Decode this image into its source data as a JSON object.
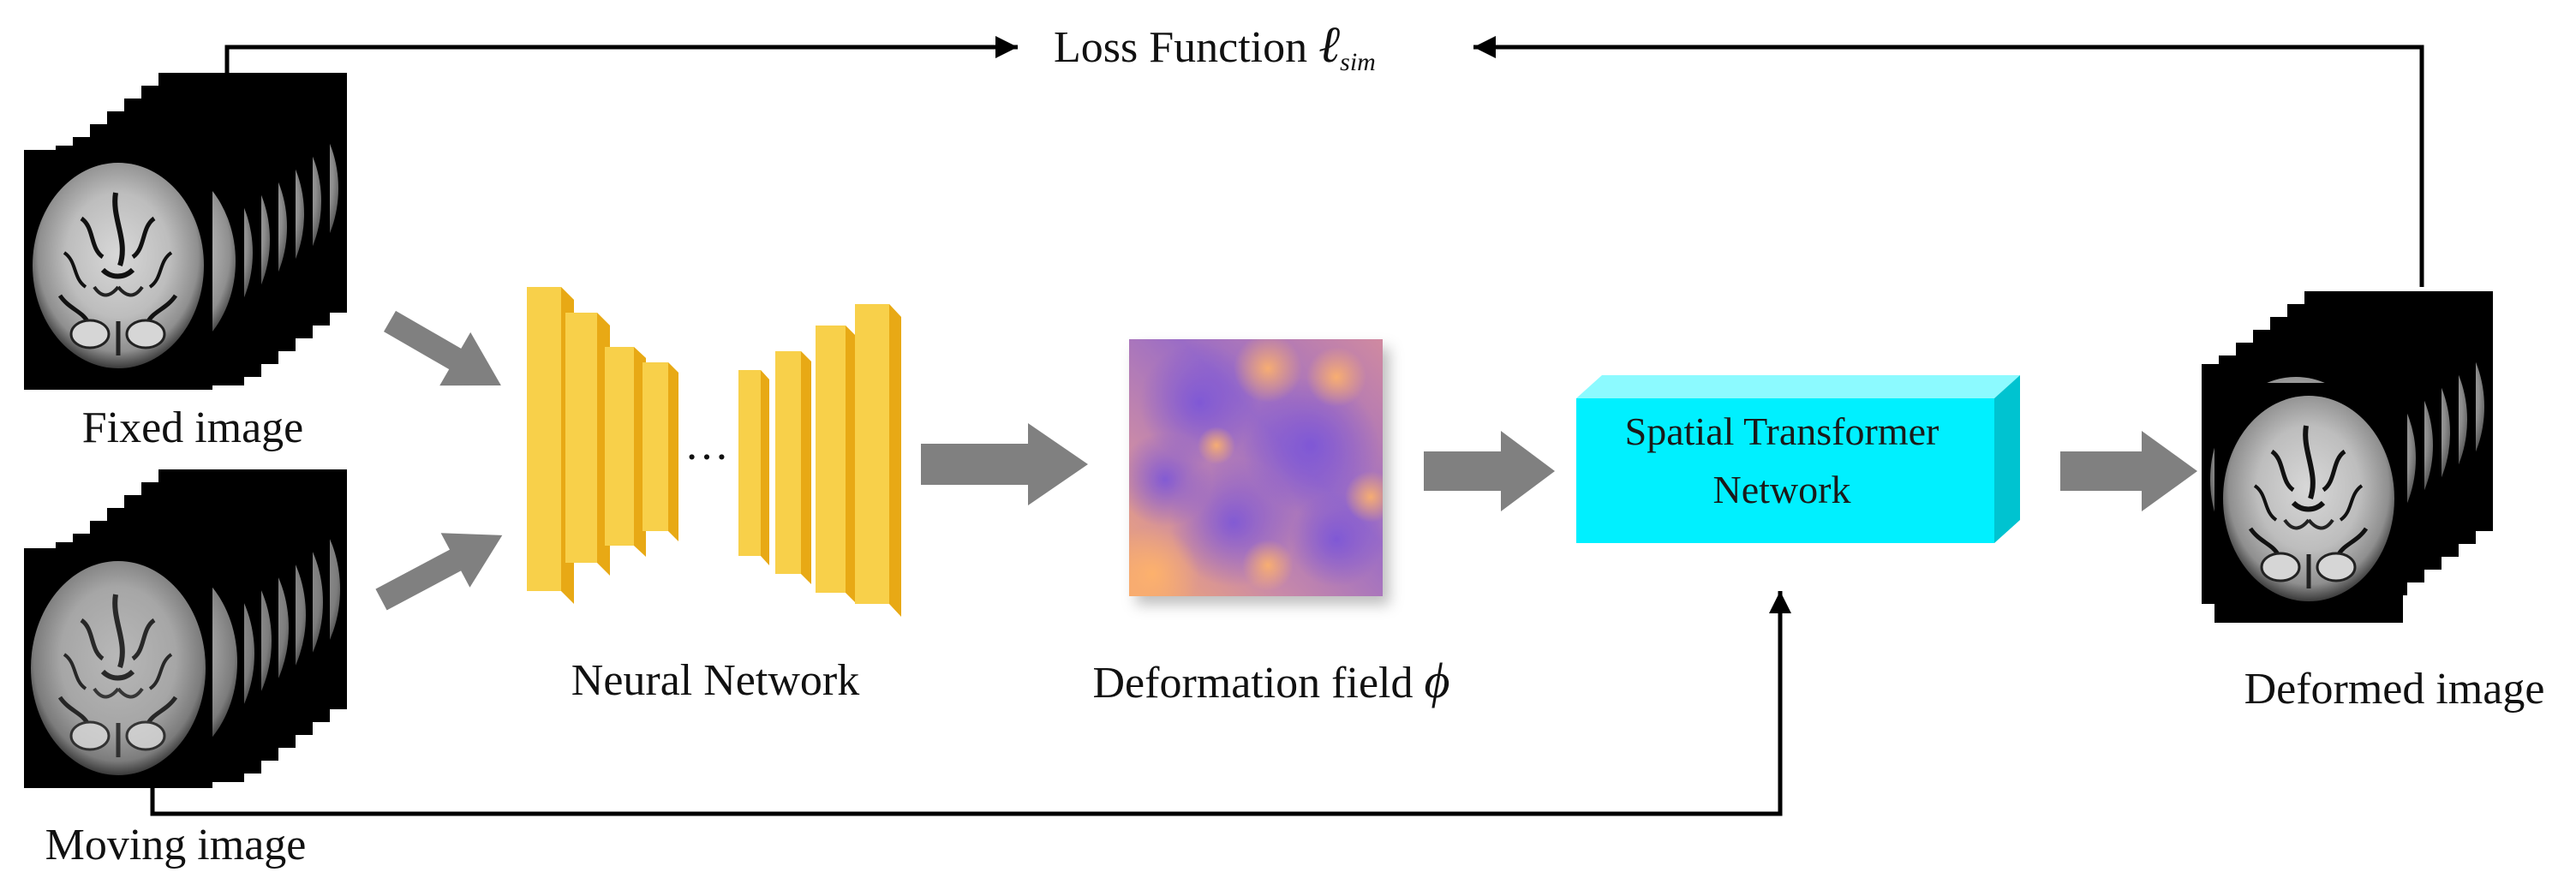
{
  "labels": {
    "loss_function": "Loss Function",
    "loss_symbol": "ℓ",
    "loss_subscript": "sim",
    "fixed_image": "Fixed image",
    "moving_image": "Moving image",
    "neural_network": "Neural Network",
    "ellipsis": "…",
    "deformation_field": "Deformation field",
    "deformation_symbol": "ϕ",
    "stn_line1": "Spatial Transformer",
    "stn_line2": "Network",
    "deformed_image": "Deformed image"
  },
  "colors": {
    "arrow_gray": "#808080",
    "line_black": "#000000",
    "unet_yellow": "#f8d04a",
    "unet_light": "#ffeea0",
    "unet_dark": "#e8a915",
    "stn_cyan": "#00f0ff",
    "stn_top": "#8cfaff",
    "stn_side": "#00c3d0",
    "field_orange": "#f3a57a",
    "field_purple": "#8a62c6"
  }
}
